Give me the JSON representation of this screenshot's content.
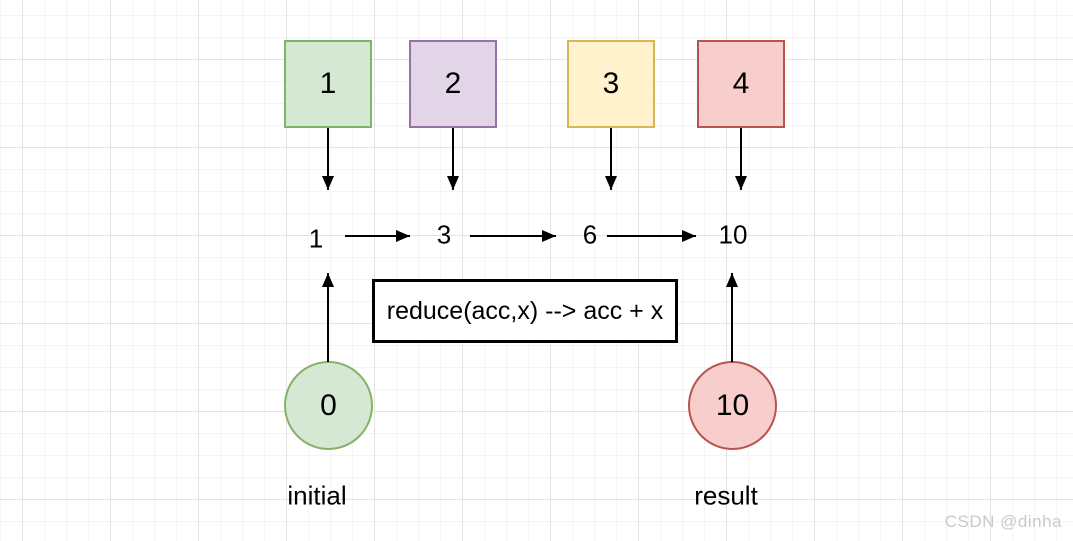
{
  "diagram": {
    "title_hint": "reduce operation flow",
    "input_boxes": [
      {
        "value": "1",
        "fill": "#d5e8d4",
        "stroke": "#82b366"
      },
      {
        "value": "2",
        "fill": "#e1d5e7",
        "stroke": "#9673a6"
      },
      {
        "value": "3",
        "fill": "#fff2cc",
        "stroke": "#d6b656"
      },
      {
        "value": "4",
        "fill": "#f8cecc",
        "stroke": "#b85450"
      }
    ],
    "accumulator_values": [
      "1",
      "3",
      "6",
      "10"
    ],
    "reduce_box": {
      "expression": "reduce(acc,x) --> acc + x",
      "border_color": "#000000",
      "fill": "#ffffff"
    },
    "initial_node": {
      "value": "0",
      "fill": "#d5e8d4",
      "stroke": "#82b366"
    },
    "result_node": {
      "value": "10",
      "fill": "#f8cecc",
      "stroke": "#b85450"
    },
    "labels": {
      "initial": "initial",
      "result": "result"
    },
    "arrow_color": "#000000"
  },
  "watermark": {
    "text": "CSDN @dinha",
    "color": "#c9c9c9"
  }
}
